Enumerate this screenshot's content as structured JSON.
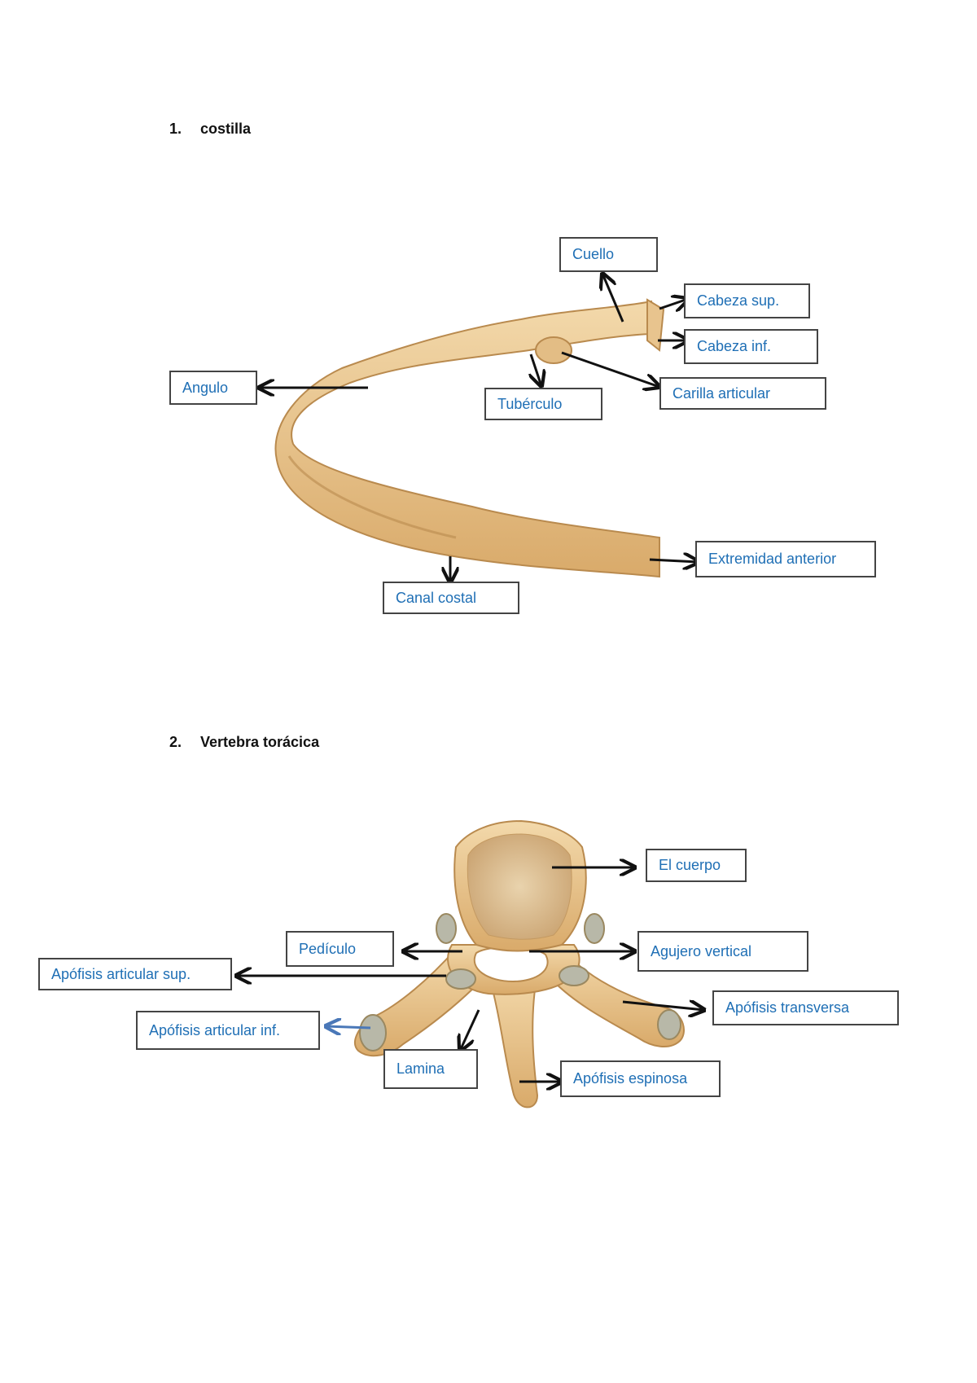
{
  "sections": [
    {
      "number": "1.",
      "title": "costilla"
    },
    {
      "number": "2.",
      "title": "Vertebra torácica"
    }
  ],
  "rib_labels": {
    "cuello": "Cuello",
    "cabeza_sup": "Cabeza sup.",
    "cabeza_inf": "Cabeza inf.",
    "carilla": "Carilla articular",
    "tuberculo": "Tubérculo",
    "angulo": "Angulo",
    "extremidad": "Extremidad anterior",
    "canal": "Canal costal"
  },
  "vertebra_labels": {
    "cuerpo": "El cuerpo",
    "pediculo": "Pedículo",
    "agujero": "Agujero vertical",
    "art_sup": "Apófisis articular sup.",
    "transversa": "Apófisis  transversa",
    "art_inf": "Apófisis articular inf.",
    "lamina": "Lamina",
    "espinosa": "Apófisis espinosa"
  },
  "colors": {
    "label_text": "#1f6fb5",
    "bone": "#e8c48e",
    "bone_dark": "#c99a5c",
    "arrow": "#111111",
    "arrow_blue": "#4a78b8"
  }
}
